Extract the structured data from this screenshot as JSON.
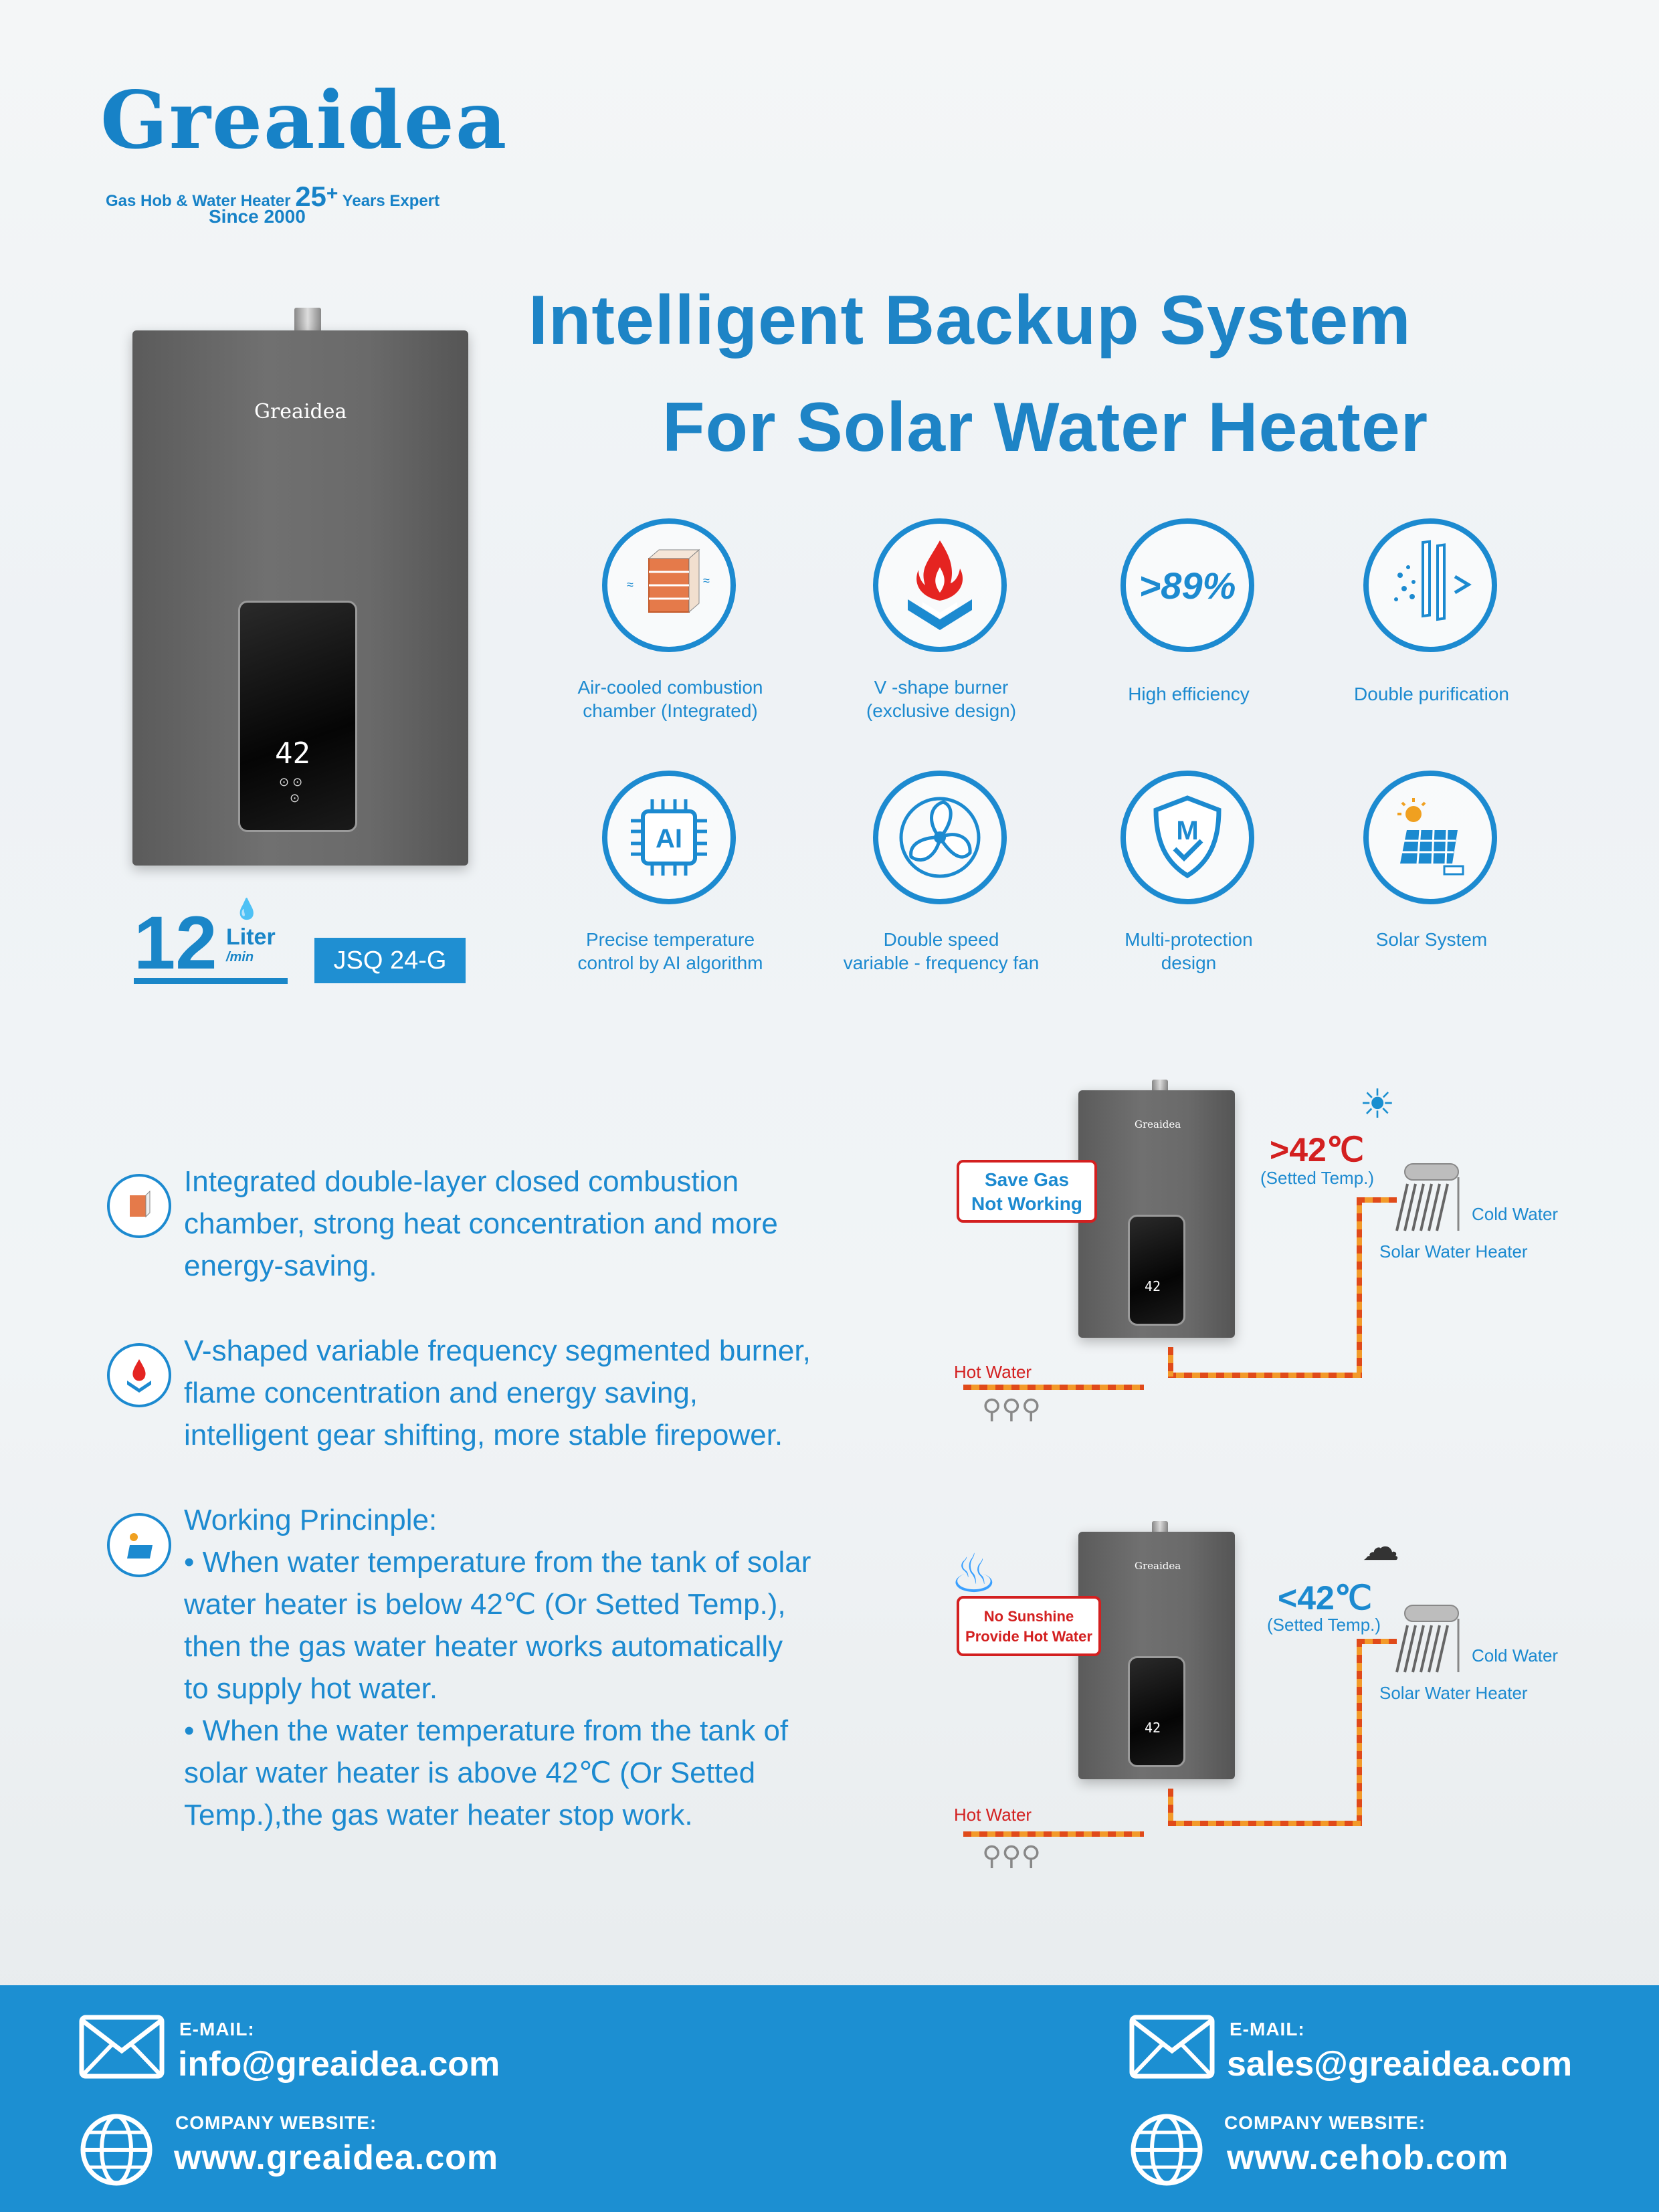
{
  "brand": {
    "logo": "Greaidea",
    "tagline_pre": "Gas Hob & Water Heater",
    "tagline_years": "25",
    "tagline_plus": "+",
    "tagline_post": "Years Expert",
    "since": "Since 2000"
  },
  "title": {
    "line1": "Intelligent Backup System",
    "line2": "For Solar Water Heater"
  },
  "product": {
    "brand": "Greaidea",
    "display": "42",
    "capacity": "12",
    "unit": "Liter",
    "per": "/min",
    "model": "JSQ 24-G"
  },
  "features": [
    {
      "icon": "combustion-chamber-icon",
      "label1": "Air-cooled combustion",
      "label2": "chamber (Integrated)"
    },
    {
      "icon": "v-burner-flame-icon",
      "label1": "V -shape burner",
      "label2": "(exclusive design)"
    },
    {
      "icon": "efficiency-icon",
      "value": ">89%",
      "label1": "High efficiency",
      "label2": ""
    },
    {
      "icon": "purification-icon",
      "label1": "Double purification",
      "label2": ""
    },
    {
      "icon": "ai-chip-icon",
      "value": "AI",
      "label1": "Precise temperature",
      "label2": "control by AI algorithm"
    },
    {
      "icon": "fan-icon",
      "label1": "Double speed",
      "label2": "variable - frequency fan"
    },
    {
      "icon": "shield-icon",
      "value": "M",
      "label1": "Multi-protection",
      "label2": "design"
    },
    {
      "icon": "solar-panel-icon",
      "label1": "Solar System",
      "label2": ""
    }
  ],
  "text": {
    "p1": [
      "Integrated double-layer closed combustion",
      "chamber, strong heat concentration and more",
      "energy-saving."
    ],
    "p2": [
      "V-shaped variable frequency segmented burner,",
      "flame concentration and energy saving,",
      "intelligent gear shifting, more stable firepower."
    ],
    "p3": [
      "Working Princinple:",
      "• When water temperature from the tank of solar",
      "water heater is below 42℃ (Or Setted Temp.),",
      "then the gas water heater works automatically",
      "to supply hot water.",
      "• When the water temperature from the tank of",
      "solar water heater is above 42℃ (Or Setted",
      "Temp.),the gas water heater stop work."
    ]
  },
  "diagram1": {
    "badge1": "Save Gas",
    "badge2": "Not Working",
    "temp": ">42℃",
    "temp_note": "(Setted Temp.)",
    "cold": "Cold Water",
    "solar": "Solar Water Heater",
    "hot": "Hot Water",
    "brand": "Greaidea",
    "display": "42"
  },
  "diagram2": {
    "badge1": "No Sunshine",
    "badge2": "Provide Hot Water",
    "temp": "<42℃",
    "temp_note": "(Setted Temp.)",
    "cold": "Cold Water",
    "solar": "Solar Water Heater",
    "hot": "Hot Water",
    "brand": "Greaidea",
    "display": "42"
  },
  "footer": {
    "email_label": "E-MAIL:",
    "email1": "info@greaidea.com",
    "email2": "sales@greaidea.com",
    "site_label": "COMPANY  WEBSITE:",
    "site1": "www.greaidea.com",
    "site2": "www.cehob.com"
  },
  "colors": {
    "accent": "#1c8fd2",
    "alert": "#d32020",
    "pipe": "#e04a1a"
  }
}
